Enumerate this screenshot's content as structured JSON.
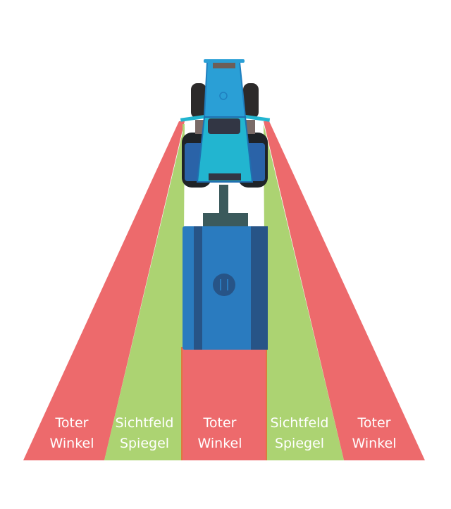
{
  "colors": {
    "blind_spot": "#ed6a6c",
    "mirror_view": "#acd372",
    "implement": "#2a7bbf",
    "implement_dark": "#275487",
    "tractor_light": "#2a9fd6",
    "tractor_cyan": "#22b5d0",
    "hitch": "#3b5a5c"
  },
  "zones": [
    {
      "id": "left-outer",
      "type": "blind_spot",
      "line1": "Toter",
      "line2": "Winkel"
    },
    {
      "id": "left-mirror",
      "type": "mirror_view",
      "line1": "Sichtfeld",
      "line2": "Spiegel"
    },
    {
      "id": "center",
      "type": "blind_spot",
      "line1": "Toter",
      "line2": "Winkel"
    },
    {
      "id": "right-mirror",
      "type": "mirror_view",
      "line1": "Sichtfeld",
      "line2": "Spiegel"
    },
    {
      "id": "right-outer",
      "type": "blind_spot",
      "line1": "Toter",
      "line2": "Winkel"
    }
  ]
}
